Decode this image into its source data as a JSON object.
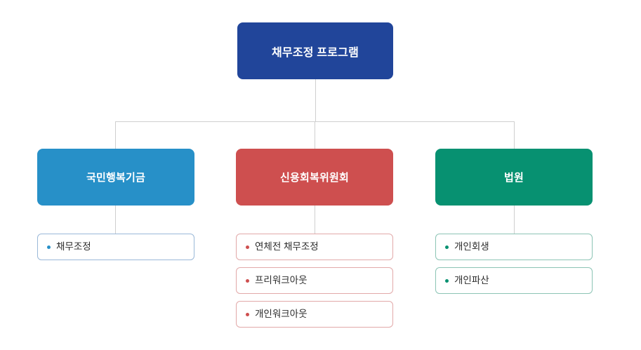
{
  "chart_data": {
    "type": "diagram",
    "subtype": "organization-tree",
    "title": "채무조정 프로그램",
    "orientation": "top-down",
    "levels": 3,
    "background_color": "#ffffff",
    "connector_color": "#cfcfcf",
    "root": {
      "label": "채무조정 프로그램",
      "color": "#21459a",
      "text_color": "#ffffff"
    },
    "branches": [
      {
        "label": "국민행복기금",
        "color": "#2790c8",
        "text_color": "#ffffff",
        "border_color": "#9ab8d8",
        "bullet_color": "#2790c8",
        "children": [
          {
            "label": "채무조정"
          }
        ]
      },
      {
        "label": "신용회복위원회",
        "color": "#ce4f4f",
        "text_color": "#ffffff",
        "border_color": "#e2a9a9",
        "bullet_color": "#ce4f4f",
        "children": [
          {
            "label": "연체전 채무조정"
          },
          {
            "label": "프리워크아웃"
          },
          {
            "label": "개인워크아웃"
          }
        ]
      },
      {
        "label": "법원",
        "color": "#079171",
        "text_color": "#ffffff",
        "border_color": "#8cc4b5",
        "bullet_color": "#079171",
        "children": [
          {
            "label": "개인회생"
          },
          {
            "label": "개인파산"
          }
        ]
      }
    ]
  }
}
